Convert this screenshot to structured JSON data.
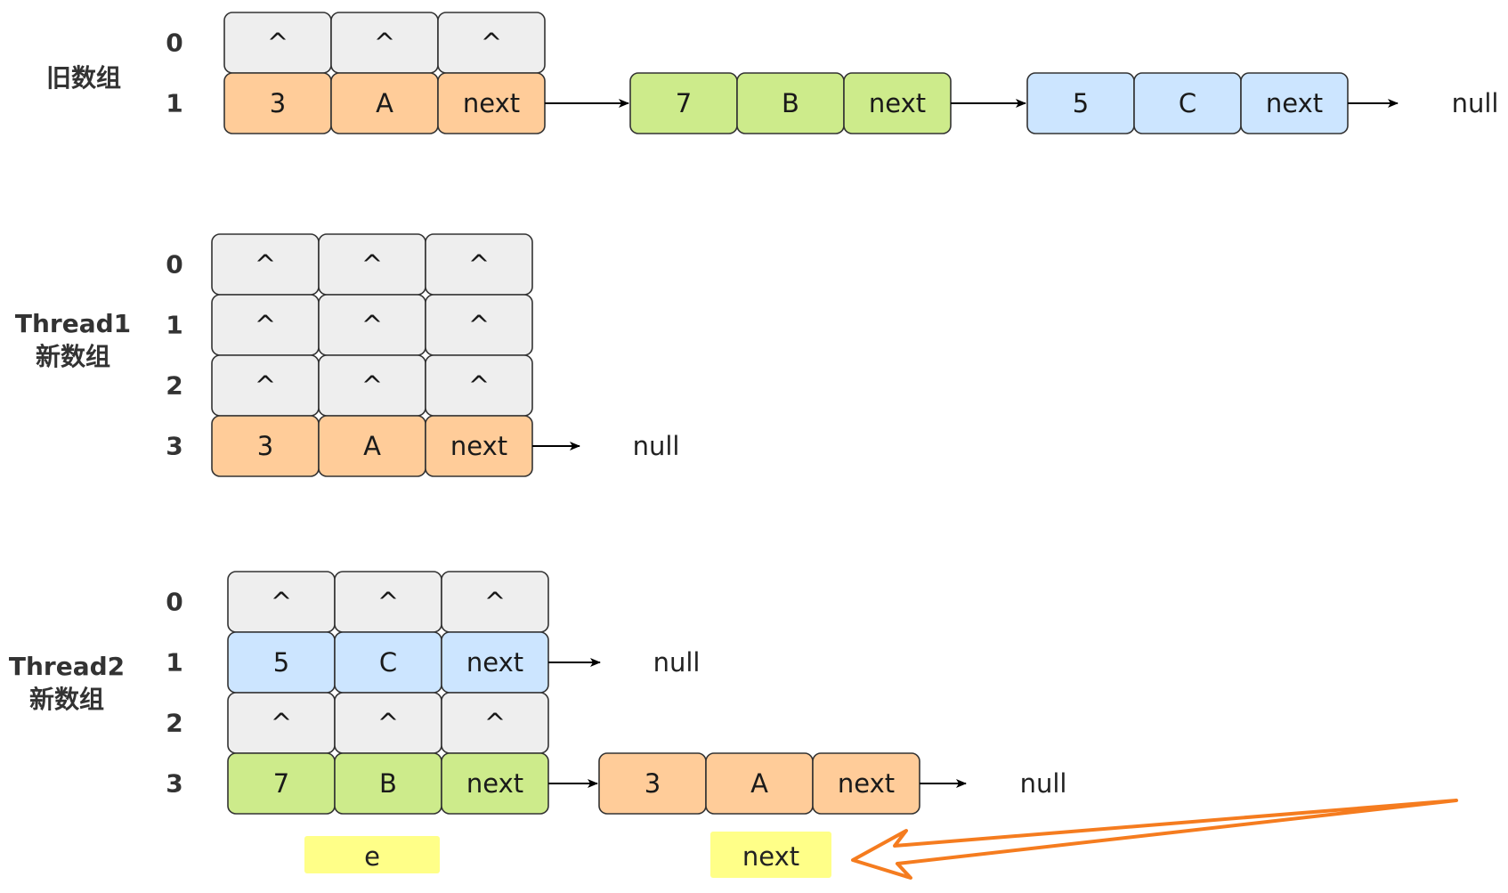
{
  "colors": {
    "empty": "#eeeeee",
    "orange": "#ffcc99",
    "green": "#cdeb8b",
    "blue": "#cce5ff",
    "highlight": "#ffff88",
    "pointer_arrow": "#f57c1f",
    "link": "#000000"
  },
  "empty_symbol": "^",
  "null_label": "null",
  "old_array": {
    "title": "旧数组",
    "rows": [
      {
        "index": "0",
        "cells": [
          "^",
          "^",
          "^"
        ],
        "color": "empty"
      },
      {
        "index": "1",
        "cells": [
          "3",
          "A",
          "next"
        ],
        "color": "orange"
      }
    ],
    "chain": [
      {
        "cells": [
          "7",
          "B",
          "next"
        ],
        "color": "green"
      },
      {
        "cells": [
          "5",
          "C",
          "next"
        ],
        "color": "blue"
      }
    ]
  },
  "thread1_array": {
    "title_line1": "Thread1",
    "title_line2": "新数组",
    "rows": [
      {
        "index": "0",
        "cells": [
          "^",
          "^",
          "^"
        ],
        "color": "empty"
      },
      {
        "index": "1",
        "cells": [
          "^",
          "^",
          "^"
        ],
        "color": "empty"
      },
      {
        "index": "2",
        "cells": [
          "^",
          "^",
          "^"
        ],
        "color": "empty"
      },
      {
        "index": "3",
        "cells": [
          "3",
          "A",
          "next"
        ],
        "color": "orange"
      }
    ]
  },
  "thread2_array": {
    "title_line1": "Thread2",
    "title_line2": "新数组",
    "rows": [
      {
        "index": "0",
        "cells": [
          "^",
          "^",
          "^"
        ],
        "color": "empty"
      },
      {
        "index": "1",
        "cells": [
          "5",
          "C",
          "next"
        ],
        "color": "blue"
      },
      {
        "index": "2",
        "cells": [
          "^",
          "^",
          "^"
        ],
        "color": "empty"
      },
      {
        "index": "3",
        "cells": [
          "7",
          "B",
          "next"
        ],
        "color": "green"
      }
    ],
    "chain": [
      {
        "cells": [
          "3",
          "A",
          "next"
        ],
        "color": "orange"
      }
    ],
    "pointer_labels": {
      "e": "e",
      "next": "next"
    }
  }
}
